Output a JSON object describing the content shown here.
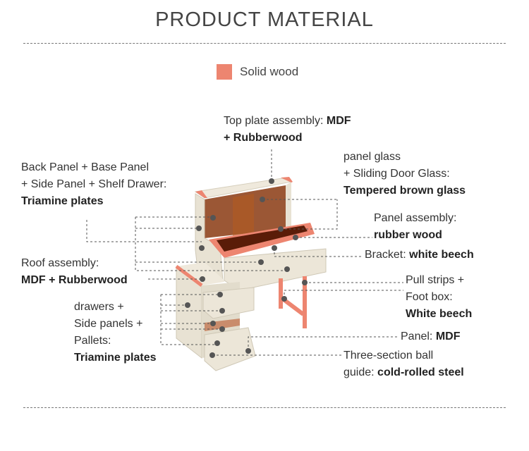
{
  "title": "PRODUCT MATERIAL",
  "legend": {
    "label": "Solid wood",
    "color": "#ed8570"
  },
  "labels": {
    "top_plate": {
      "l1": "Top plate assembly: ",
      "b1": "MDF",
      "l2": "+ Rubberwood"
    },
    "panel_glass": {
      "l1": "panel glass",
      "l2": "+ Sliding Door Glass:",
      "b3": "Tempered brown glass"
    },
    "back_panel": {
      "l1": "Back Panel + Base Panel",
      "l2": "+ Side Panel + Shelf Drawer:",
      "b3": "Triamine plates"
    },
    "panel_assembly": {
      "l1": "Panel assembly:",
      "b2": "rubber wood"
    },
    "bracket": {
      "l1": "Bracket: ",
      "b1": "white beech"
    },
    "roof": {
      "l1": "Roof assembly:",
      "b2": "MDF + Rubberwood"
    },
    "pull_strips": {
      "l1": "Pull strips +",
      "l2": "Foot box:",
      "b3": "White beech"
    },
    "drawers": {
      "l1": "drawers +",
      "l2": "Side panels +",
      "l3": "Pallets:",
      "b4": "Triamine plates"
    },
    "panel": {
      "l1": "Panel: ",
      "b1": "MDF"
    },
    "guide": {
      "l1": "Three-section ball",
      "l2": "guide: ",
      "b2": "cold-rolled steel"
    }
  }
}
